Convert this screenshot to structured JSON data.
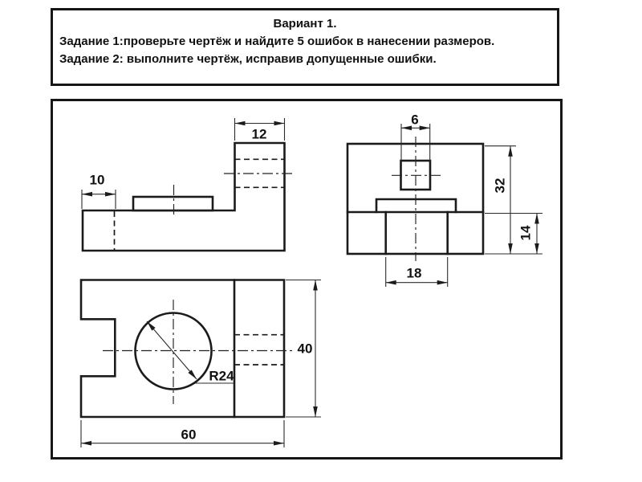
{
  "header": {
    "title": "Вариант 1.",
    "task1": "Задание 1:проверьте чертёж и найдите 5 ошибок в нанесении размеров.",
    "task2": "Задание 2: выполните чертёж, исправив допущенные ошибки."
  },
  "drawing": {
    "dimensions": {
      "front_column_width": "12",
      "front_left_offset": "10",
      "side_hole_width": "6",
      "side_total_height": "32",
      "side_base_height": "14",
      "side_boss_width": "18",
      "plan_depth": "40",
      "plan_width": "60",
      "hole_radius": "R24"
    },
    "colors": {
      "line": "#1b1b1b",
      "background": "#ffffff"
    }
  }
}
